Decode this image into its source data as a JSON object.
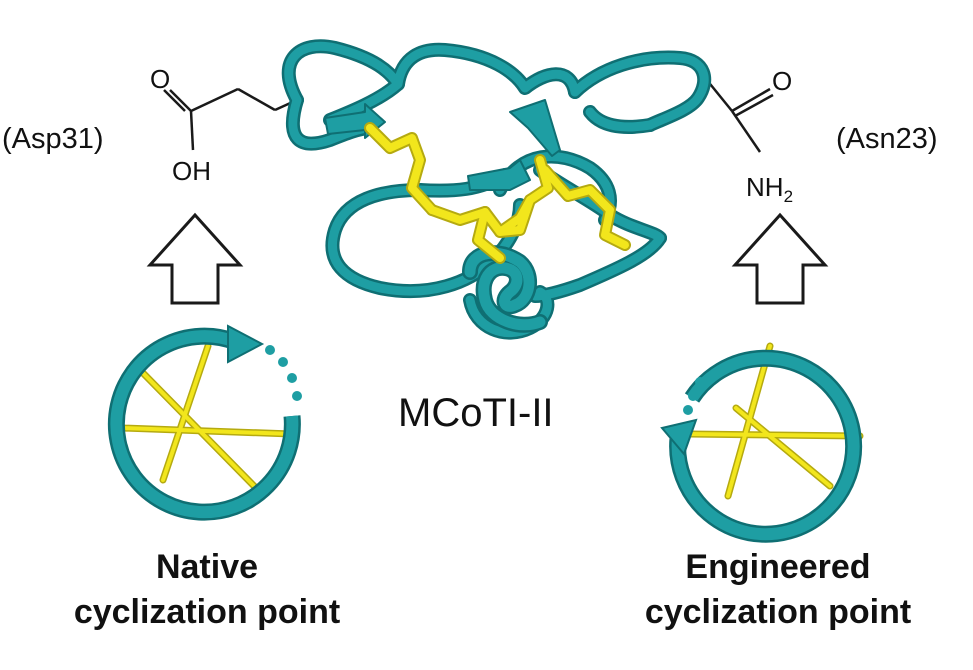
{
  "labels": {
    "left_residue": "(Asp31)",
    "right_residue": "(Asn23)",
    "left_group": "OH",
    "left_o": "O",
    "right_o": "O",
    "right_group_main": "NH",
    "right_group_sub": "2",
    "protein_name": "MCoTI-II",
    "left_caption_line1": "Native",
    "left_caption_line2": "cyclization point",
    "right_caption_line1": "Engineered",
    "right_caption_line2": "cyclization point"
  },
  "colors": {
    "ribbon": "#1e9ea3",
    "ribbon_dark": "#0f6f73",
    "disulfide": "#f2e61c",
    "disulfide_dark": "#b5aa10",
    "bond": "#1a1a1a",
    "arrow_outline": "#1a1a1a"
  }
}
